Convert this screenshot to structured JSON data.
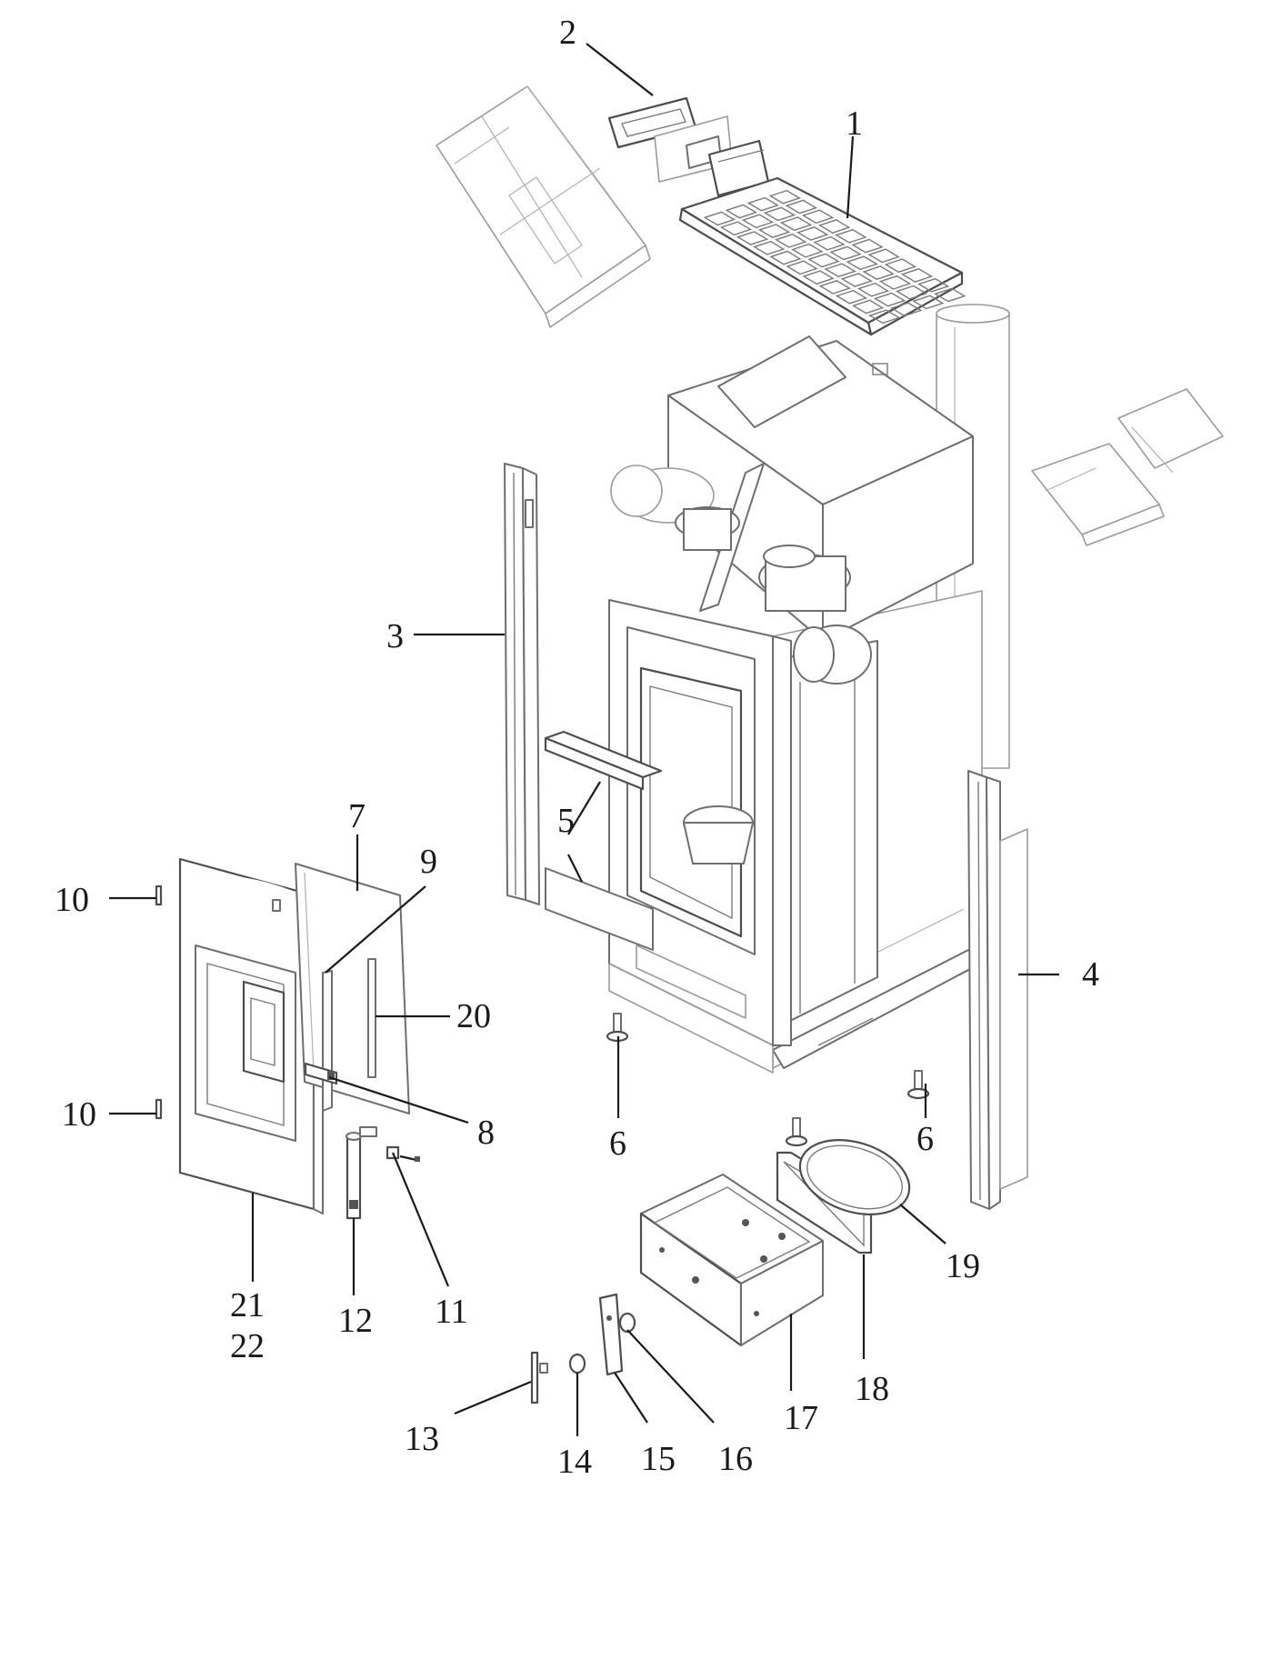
{
  "callouts": [
    {
      "id": "c1",
      "text": "1"
    },
    {
      "id": "c2",
      "text": "2"
    },
    {
      "id": "c3",
      "text": "3"
    },
    {
      "id": "c4",
      "text": "4"
    },
    {
      "id": "c5",
      "text": "5"
    },
    {
      "id": "c6a",
      "text": "6"
    },
    {
      "id": "c6b",
      "text": "6"
    },
    {
      "id": "c7",
      "text": "7"
    },
    {
      "id": "c8",
      "text": "8"
    },
    {
      "id": "c9",
      "text": "9"
    },
    {
      "id": "c10a",
      "text": "10"
    },
    {
      "id": "c10b",
      "text": "10"
    },
    {
      "id": "c11",
      "text": "11"
    },
    {
      "id": "c12",
      "text": "12"
    },
    {
      "id": "c13",
      "text": "13"
    },
    {
      "id": "c14",
      "text": "14"
    },
    {
      "id": "c15",
      "text": "15"
    },
    {
      "id": "c16",
      "text": "16"
    },
    {
      "id": "c17",
      "text": "17"
    },
    {
      "id": "c18",
      "text": "18"
    },
    {
      "id": "c19",
      "text": "19"
    },
    {
      "id": "c20",
      "text": "20"
    },
    {
      "id": "c21",
      "text": "21"
    },
    {
      "id": "c22",
      "text": "22"
    }
  ]
}
